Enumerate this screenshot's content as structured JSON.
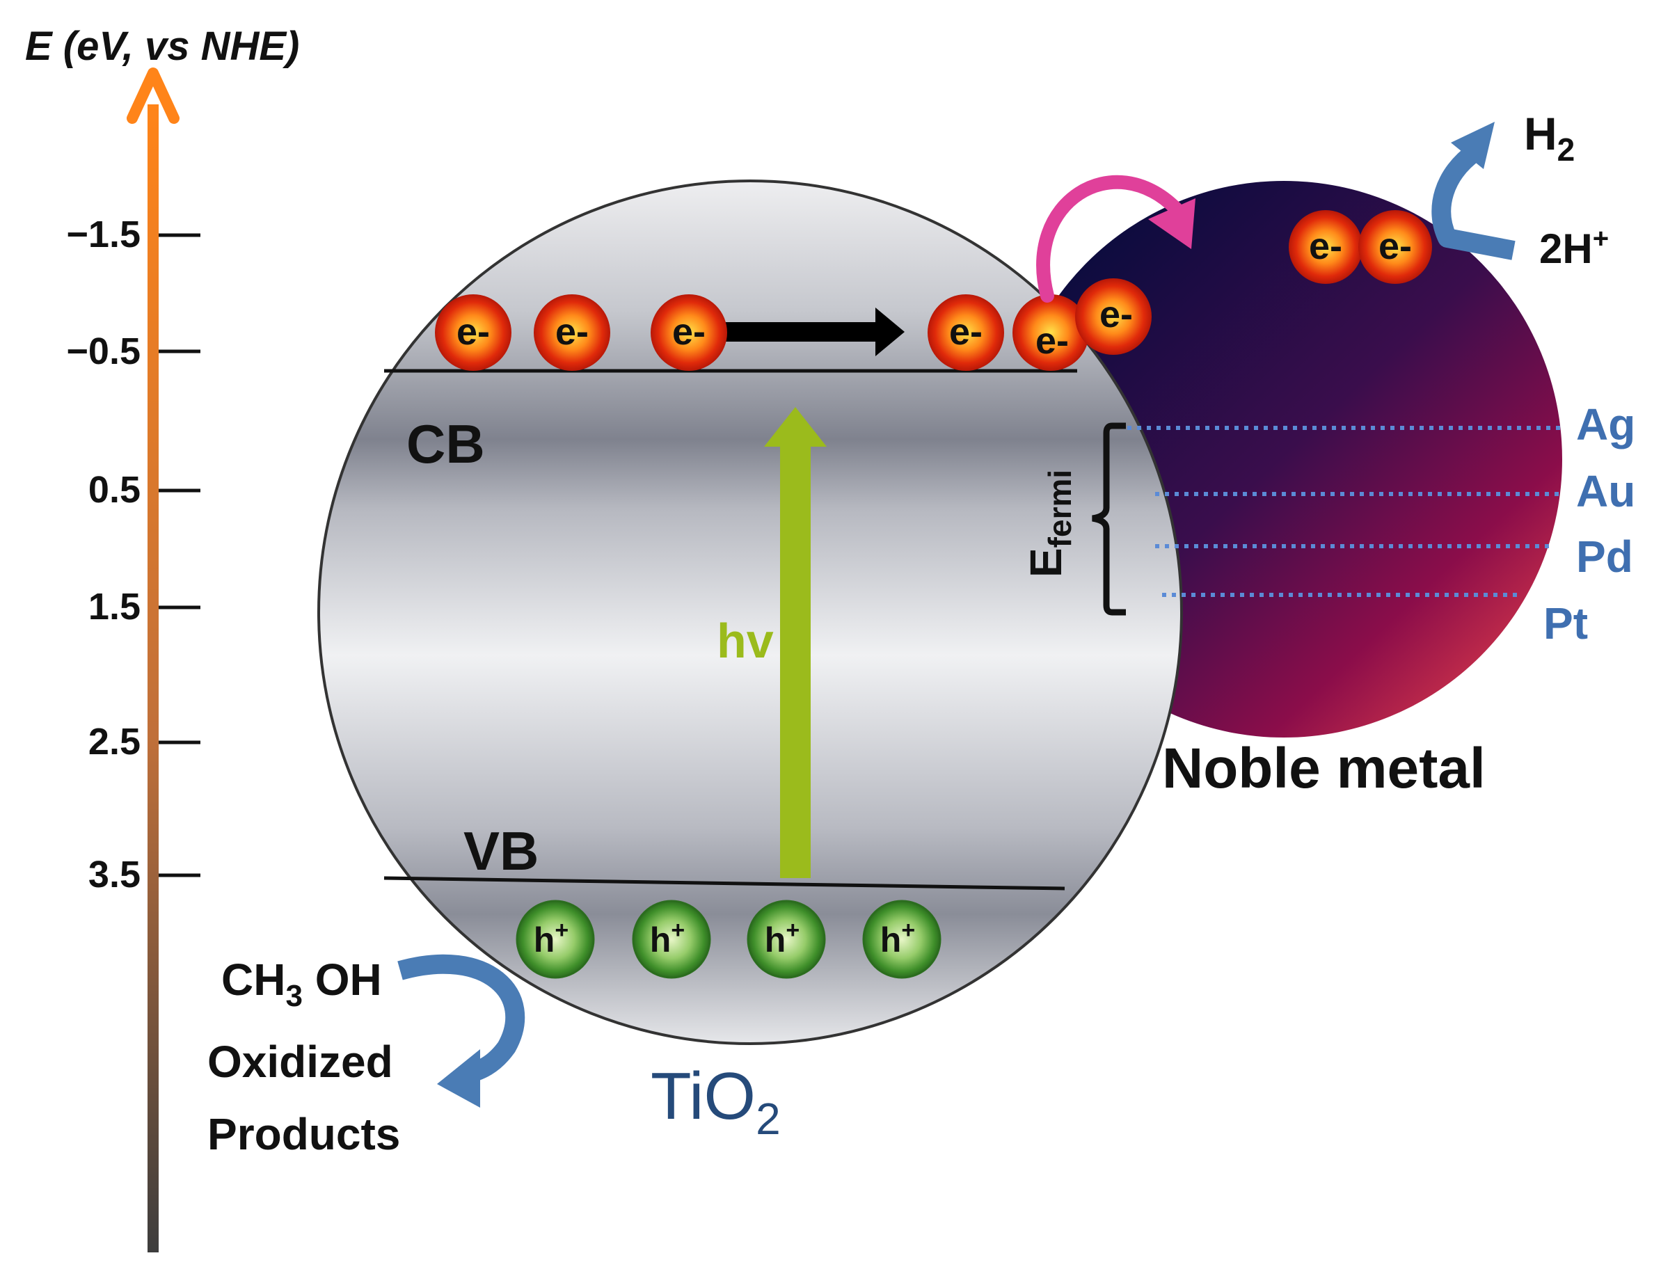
{
  "axis": {
    "title": "E (eV, vs NHE)",
    "ticks": [
      "−1.5",
      "−0.5",
      "0.5",
      "1.5",
      "2.5",
      "3.5"
    ]
  },
  "semiconductor": {
    "label_main": "TiO",
    "label_sub": "2",
    "cb_label": "CB",
    "vb_label": "VB",
    "excitation_label": "hv"
  },
  "electron_label": "e-",
  "hole_label": "h",
  "hole_sup": "+",
  "metal": {
    "label": "Noble metal",
    "fermi_main": "E",
    "fermi_sub": "fermi",
    "levels": [
      "Ag",
      "Au",
      "Pd",
      "Pt"
    ]
  },
  "reduction": {
    "reactant_main": "2H",
    "reactant_sup": "+",
    "product_main": "H",
    "product_sub": "2"
  },
  "oxidation": {
    "reactant_a": "CH",
    "reactant_sub": "3",
    "reactant_b": " OH",
    "product_line1": "Oxidized",
    "product_line2": "Products"
  },
  "colors": {
    "axis_top": "#ff7f1a",
    "axis_bottom": "#404040",
    "label_blue": "#254a7a",
    "level_blue": "#3f6fb0",
    "hv_green": "#9bbb1c",
    "arrow_blue": "#4a7cb5",
    "transfer_pink": "#e0409a",
    "electron_red": "#e82a10",
    "hole_green": "#3f8f2a"
  }
}
